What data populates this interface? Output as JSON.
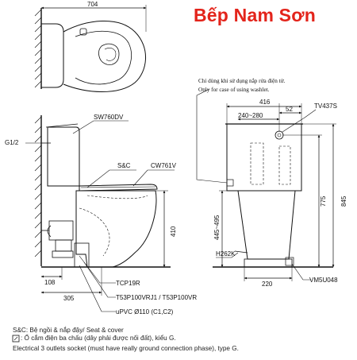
{
  "brand": {
    "text": "Bếp Nam Sơn",
    "color": "#e3241b"
  },
  "top_view": {
    "width_dim": "704"
  },
  "side_view": {
    "labels": {
      "tank": "SW760DV",
      "g12": "G1/2",
      "seat": "S&C",
      "bowl": "CW761V",
      "flange": "TCP19R",
      "pipe_adapters": "T53P100VRJ1 / T53P100VR",
      "pipe": "uPVC Ø110 (C1,C2)"
    },
    "dims": {
      "height": "410",
      "back": "108",
      "rough_in": "305"
    }
  },
  "front_view": {
    "note_vi": "Chỉ dùng khi sử dụng nắp rửa điện tử.",
    "note_en": "Only for case of using washlet.",
    "labels": {
      "valve": "TV437S",
      "hose": "H262K",
      "stop_valve": "VM5U048"
    },
    "dims": {
      "overall_width": "416",
      "offset": "52",
      "range_240_280": "240~280",
      "height_775": "775",
      "height_845": "845",
      "range_445_495": "445~495",
      "base_220": "220"
    }
  },
  "legend": {
    "seat_cover": "S&C: Bệ ngồi & nắp đậy/ Seat & cover",
    "socket_vi": ": Ổ cắm điện ba chấu (dây phải được nối đất), kiểu G.",
    "socket_en": "Electrical 3 outlets socket (must have really ground connection phase), type G."
  }
}
